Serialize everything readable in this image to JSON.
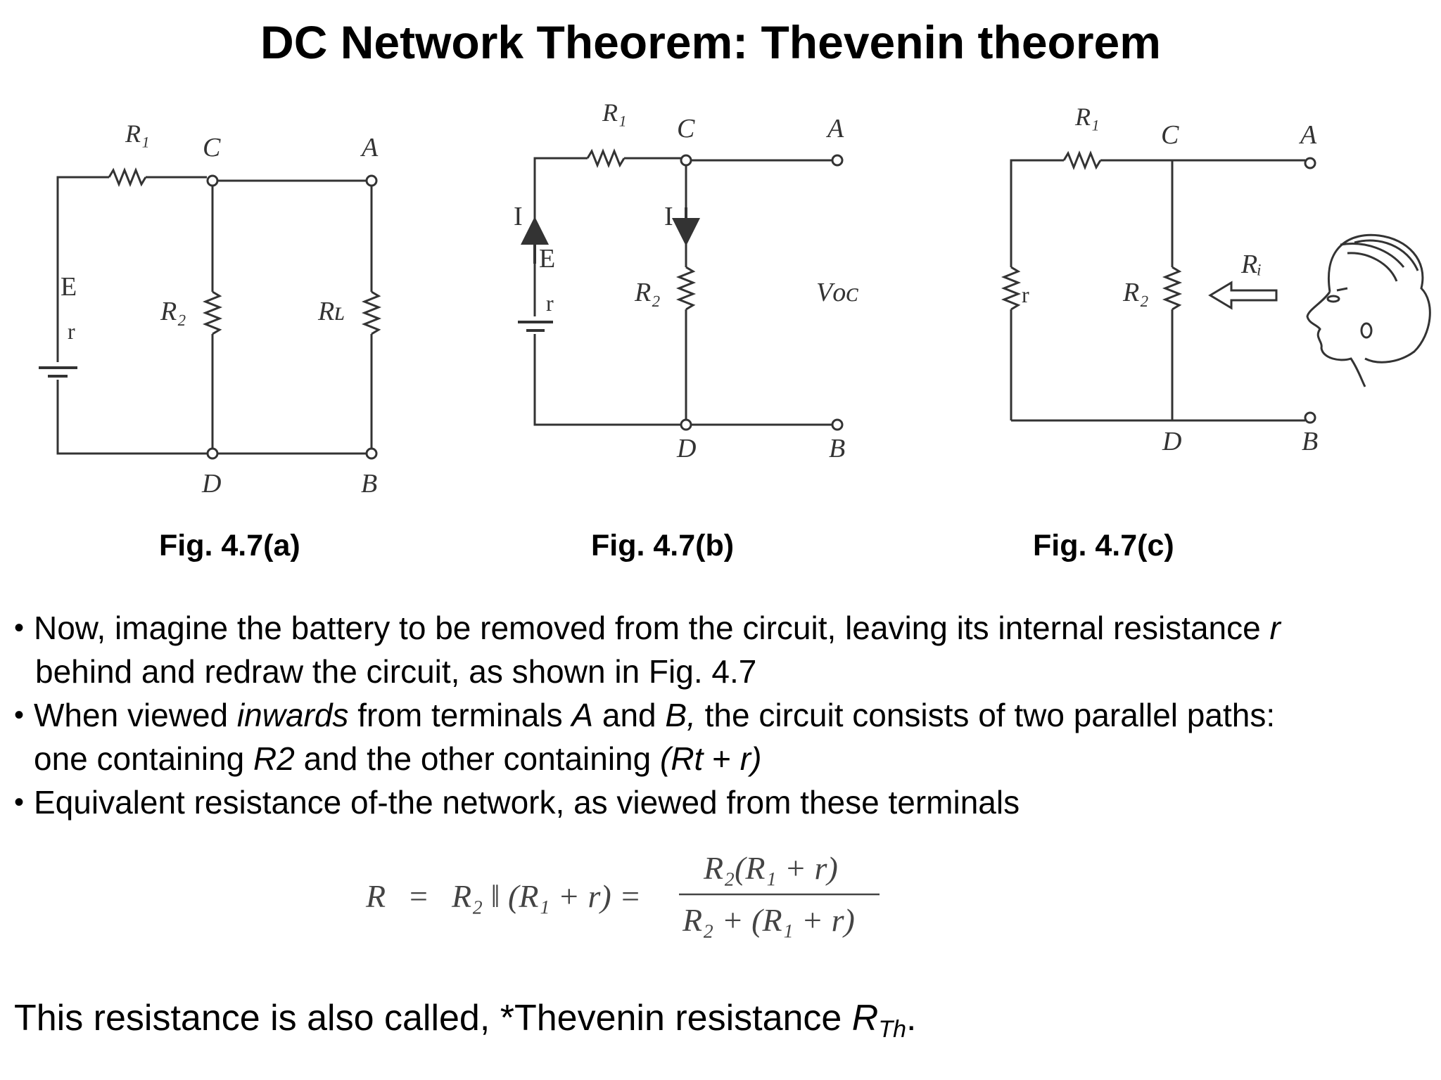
{
  "title": "DC Network Theorem: Thevenin theorem",
  "figures": [
    {
      "caption": "Fig. 4.7(a)",
      "labels": {
        "R1": "R₁",
        "C": "C",
        "A": "A",
        "E": "E",
        "r": "r",
        "R2": "R₂",
        "RL": "Rʟ",
        "D": "D",
        "B": "B"
      }
    },
    {
      "caption": "Fig. 4.7(b)",
      "labels": {
        "R1": "R₁",
        "C": "C",
        "A": "A",
        "I_left": "I",
        "E": "E",
        "r": "r",
        "I_mid": "I",
        "R2": "R₂",
        "Voc": "Vᴏᴄ",
        "D": "D",
        "B": "B"
      }
    },
    {
      "caption": "Fig. 4.7(c)",
      "labels": {
        "R1": "R₁",
        "C": "C",
        "A": "A",
        "r": "r",
        "R2": "R₂",
        "Ri": "Rᵢ",
        "D": "D",
        "B": "B"
      }
    }
  ],
  "bullets": [
    {
      "segments": [
        {
          "text": "Now, imagine the battery to be removed from the circuit, leaving its internal resistance ",
          "italic": false
        },
        {
          "text": "r",
          "italic": true
        }
      ],
      "continuation": "behind and redraw the circuit, as shown in Fig. 4.7"
    },
    {
      "segments": [
        {
          "text": "When viewed ",
          "italic": false
        },
        {
          "text": "inwards",
          "italic": true
        },
        {
          "text": " from terminals ",
          "italic": false
        },
        {
          "text": "A",
          "italic": true
        },
        {
          "text": " and ",
          "italic": false
        },
        {
          "text": "B,",
          "italic": true
        },
        {
          "text": " the circuit consists of two parallel paths:",
          "italic": false
        }
      ],
      "continuation_segments": [
        {
          "text": "one containing ",
          "italic": false
        },
        {
          "text": "R2",
          "italic": true
        },
        {
          "text": " and the other containing ",
          "italic": false
        },
        {
          "text": "(Rt",
          "italic": true
        },
        {
          "text": " + ",
          "italic": false
        },
        {
          "text": "r)",
          "italic": true
        }
      ]
    },
    {
      "segments": [
        {
          "text": "Equivalent resistance of-the network, as viewed from these terminals",
          "italic": false
        }
      ]
    }
  ],
  "formula": {
    "lhs": "R",
    "eq1": "=",
    "middle": "R₂ ‖ (R₁ + r) =",
    "numerator": "R₂(R₁ + r)",
    "denominator": "R₂ + (R₁ + r)"
  },
  "closing": {
    "text": "This resistance is also called, *Thevenin resistance ",
    "symbol": "R",
    "subscript": "Th",
    "end": "."
  }
}
